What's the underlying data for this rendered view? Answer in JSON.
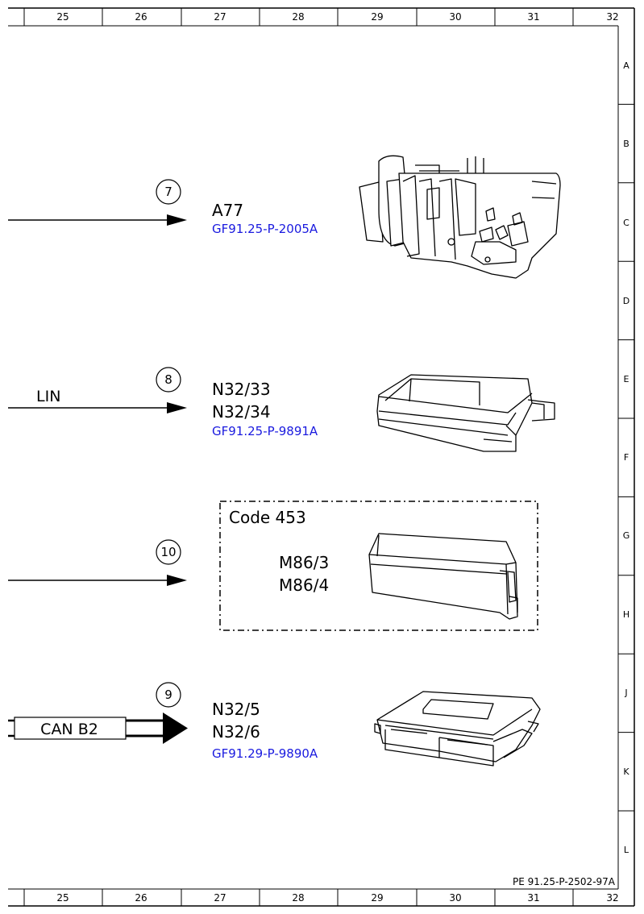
{
  "grid": {
    "columns": [
      "25",
      "26",
      "27",
      "28",
      "29",
      "30",
      "31",
      "32"
    ],
    "rows": [
      "A",
      "B",
      "C",
      "D",
      "E",
      "F",
      "G",
      "H",
      "J",
      "K",
      "L"
    ]
  },
  "entries": [
    {
      "marker": "7",
      "components": [
        "A77"
      ],
      "link": "GF91.25-P-2005A",
      "line_label": ""
    },
    {
      "marker": "8",
      "components": [
        "N32/33",
        "N32/34"
      ],
      "link": "GF91.25-P-9891A",
      "line_label": "LIN"
    },
    {
      "marker": "10",
      "code_box": "Code 453",
      "components": [
        "M86/3",
        "M86/4"
      ],
      "link": "",
      "line_label": ""
    },
    {
      "marker": "9",
      "components": [
        "N32/5",
        "N32/6"
      ],
      "link": "GF91.29-P-9890A",
      "line_label": "CAN B2"
    }
  ],
  "footer_id": "PE 91.25-P-2502-97A",
  "colors": {
    "link": "#1a1adf",
    "line": "#000000",
    "background": "#ffffff"
  }
}
